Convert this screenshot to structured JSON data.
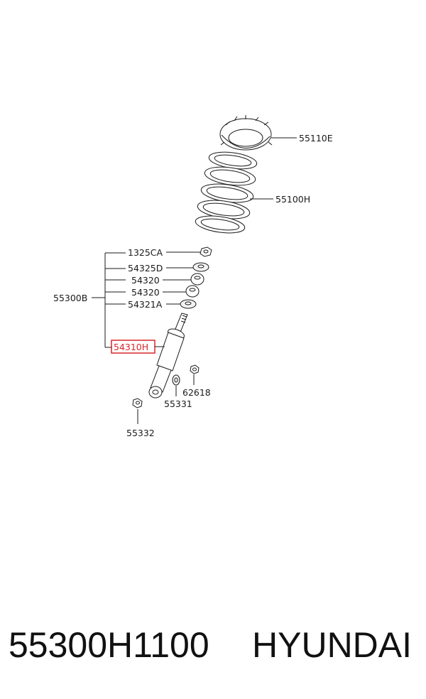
{
  "callouts": {
    "c55110E": "55110E",
    "c55100H": "55100H",
    "c1325CA": "1325CA",
    "c54325D": "54325D",
    "c54320a": "54320",
    "c54320b": "54320",
    "c54321A": "54321A",
    "c54310H": "54310H",
    "c55300B": "55300B",
    "c62618": "62618",
    "c55331": "55331",
    "c55332": "55332"
  },
  "highlight_color": "#d9252b",
  "footer": {
    "part_number": "55300H1100",
    "brand": "HYUNDAI"
  }
}
